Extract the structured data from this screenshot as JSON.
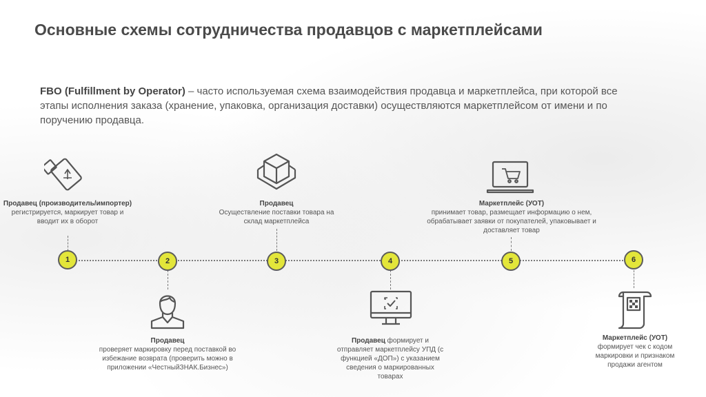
{
  "title": "Основные схемы сотрудничества продавцов с маркетплейсами",
  "intro": {
    "term": "FBO (Fulfillment by Operator)",
    "text": " – часто используемая схема взаимодействия продавца и маркетплейса, при которой все этапы исполнения заказа (хранение, упаковка, организация доставки) осуществляются маркетплейсом от имени и по поручению продавца."
  },
  "steps": [
    {
      "num": "1",
      "actor": "Продавец (производитель/импортер)",
      "desc": "регистрируется, маркирует товар и вводит их в оборот",
      "icon": "usb-drive-icon"
    },
    {
      "num": "2",
      "actor": "Продавец",
      "desc": "проверяет маркировку перед поставкой во избежание возврата (проверить можно в приложении «ЧестныйЗНАК.Бизнес»)",
      "icon": "person-icon"
    },
    {
      "num": "3",
      "actor": "Продавец",
      "desc": "Осуществление поставки товара на склад маркетплейса",
      "icon": "box-icon"
    },
    {
      "num": "4",
      "actor": "Продавец",
      "desc": " формирует и отправляет маркетплейсу УПД (с функцией «ДОП») с указанием сведения о маркированных товарах",
      "icon": "monitor-check-icon"
    },
    {
      "num": "5",
      "actor": "Маркетплейс (УОТ)",
      "desc": "принимает товар, размещает информацию о нем, обрабатывает заявки от покупателей, упаковывает и доставляет товар",
      "icon": "laptop-cart-icon"
    },
    {
      "num": "6",
      "actor": "Маркетплейс (УОТ)",
      "desc": "формирует чек с кодом маркировки и признаком продажи агентом",
      "icon": "receipt-qr-icon"
    }
  ],
  "colors": {
    "node_fill": "#e3e63a",
    "node_border": "#5c5c5c",
    "text": "#555555"
  }
}
